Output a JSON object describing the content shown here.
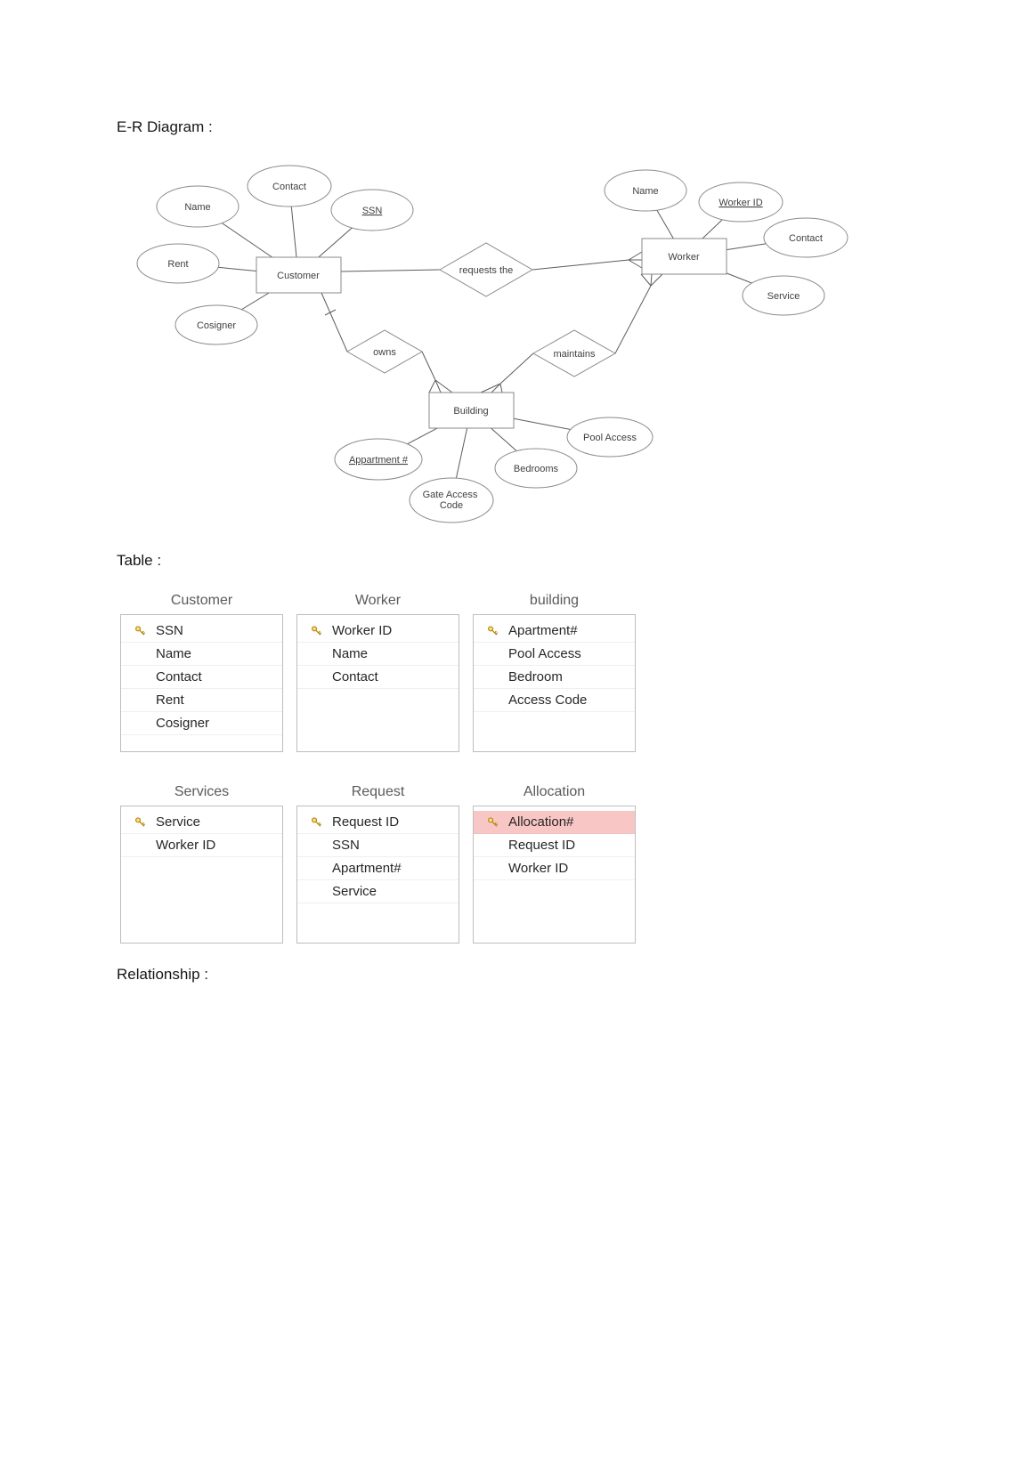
{
  "page": {
    "heading_er": "E-R Diagram :",
    "heading_table": "Table :",
    "heading_relationship": "Relationship :"
  },
  "diagram": {
    "labels": {
      "customer": "Customer",
      "worker": "Worker",
      "building": "Building",
      "requests": "requests the",
      "owns": "owns",
      "maintains": "maintains",
      "c_contact": "Contact",
      "c_name": "Name",
      "c_ssn": "SSN",
      "c_rent": "Rent",
      "c_cosigner": "Cosigner",
      "w_name": "Name",
      "w_worker_id": "Worker ID",
      "w_contact": "Contact",
      "w_service": "Service",
      "b_apartment": "Appartment #",
      "b_gate1": "Gate Access",
      "b_gate2": "Code",
      "b_bedrooms": "Bedrooms",
      "b_pool": "Pool Access"
    }
  },
  "tables": [
    {
      "title": "Customer",
      "fields": [
        {
          "name": "SSN",
          "pk": true
        },
        {
          "name": "Name"
        },
        {
          "name": "Contact"
        },
        {
          "name": "Rent"
        },
        {
          "name": "Cosigner"
        }
      ]
    },
    {
      "title": "Worker",
      "fields": [
        {
          "name": "Worker ID",
          "pk": true
        },
        {
          "name": "Name"
        },
        {
          "name": "Contact"
        }
      ]
    },
    {
      "title": "building",
      "fields": [
        {
          "name": "Apartment#",
          "pk": true
        },
        {
          "name": "Pool Access"
        },
        {
          "name": "Bedroom"
        },
        {
          "name": "Access Code"
        }
      ]
    },
    {
      "title": "Services",
      "fields": [
        {
          "name": "Service",
          "pk": true
        },
        {
          "name": "Worker ID"
        }
      ]
    },
    {
      "title": "Request",
      "fields": [
        {
          "name": "Request ID",
          "pk": true
        },
        {
          "name": "SSN"
        },
        {
          "name": "Apartment#"
        },
        {
          "name": "Service"
        }
      ]
    },
    {
      "title": "Allocation",
      "fields": [
        {
          "name": "Allocation#",
          "pk": true,
          "highlight": true
        },
        {
          "name": "Request ID"
        },
        {
          "name": "Worker ID"
        }
      ]
    }
  ],
  "colors": {
    "highlight_row": "#f9c6c6",
    "key_icon": "#b8860b"
  }
}
